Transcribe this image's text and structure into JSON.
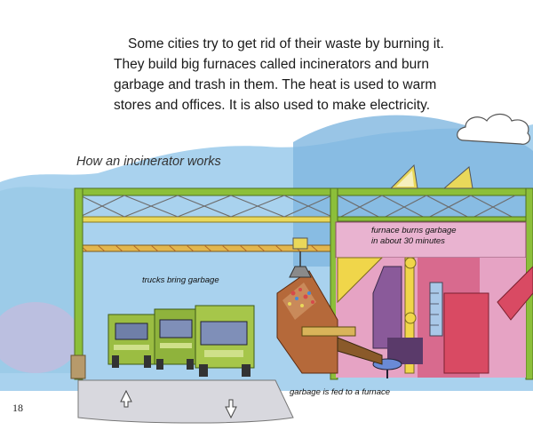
{
  "body_text": {
    "line_1": "Some cities try to get rid of their waste by burning it.",
    "line_2": "They build big furnaces called incinerators and burn",
    "line_3": "garbage and trash in them. The heat is used to warm",
    "line_4": "stores and offices. It is also used to make electricity."
  },
  "diagram_title": "How an incinerator works",
  "labels": {
    "trucks": "trucks bring garbage",
    "furnace_line_1": "furnace burns garbage",
    "furnace_line_2": "in about 30 minutes",
    "feed": "garbage is fed to a furnace"
  },
  "page_number": "18",
  "colors": {
    "sky": "#8fc3e6",
    "frame_green": "#6e9b2e",
    "frame_yellow": "#e9d85a",
    "truck_green": "#8fb33c",
    "furnace_pink": "#e9a7c8",
    "furnace_red": "#d94a63",
    "hopper_brown": "#b5693a"
  }
}
